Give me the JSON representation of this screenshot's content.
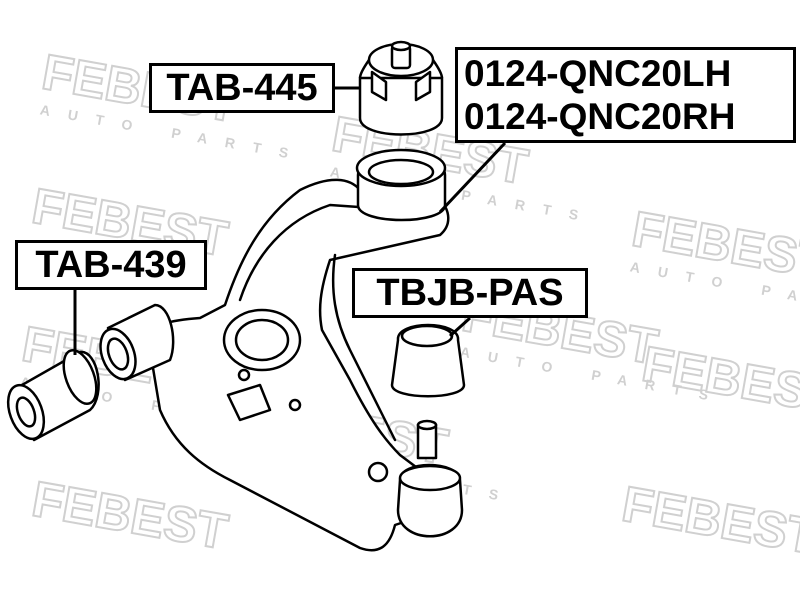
{
  "watermark": {
    "brand": "FEBEST",
    "tagline": "AUTO PARTS"
  },
  "labels": {
    "tab_445": "TAB-445",
    "tab_439": "TAB-439",
    "tbjb_pas": "TBJB-PAS",
    "arm_lh": "0124-QNC20LH",
    "arm_rh": "0124-QNC20RH"
  },
  "colors": {
    "line": "#000000",
    "watermark": "#d4d4d4",
    "background": "#ffffff"
  }
}
